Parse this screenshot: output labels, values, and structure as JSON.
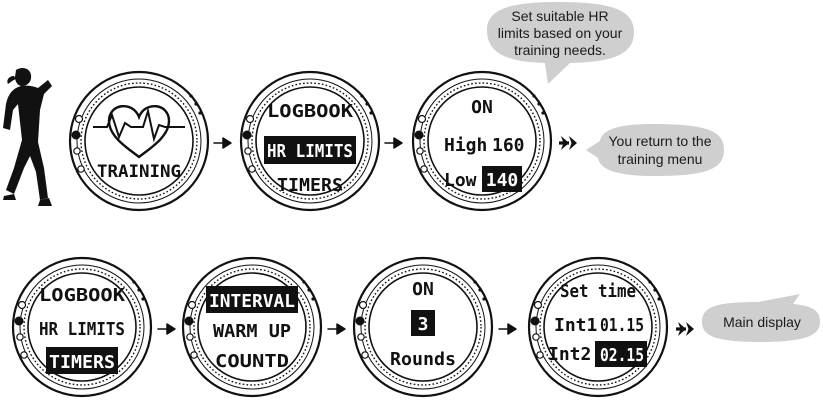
{
  "colors": {
    "bubble": "#cfcfcf",
    "ink": "#111111",
    "highlight_bg": "#111111",
    "highlight_fg": "#ffffff"
  },
  "row1": {
    "figure_icon": "runner-figure",
    "watch1": {
      "label": "TRAINING",
      "icon": "heartbeat-heart-icon"
    },
    "watch2": {
      "lines": [
        "LOGBOOK",
        "HR LIMITS",
        "TIMERS"
      ],
      "selected": 1
    },
    "watch3": {
      "status": "ON",
      "high_label": "High",
      "high_value": "160",
      "low_label": "Low",
      "low_value": "140"
    },
    "callout_top": [
      "Set suitable HR",
      "limits based on your",
      "training needs."
    ],
    "callout_right": [
      "You return to the",
      "training menu"
    ]
  },
  "row2": {
    "watch1": {
      "lines": [
        "LOGBOOK",
        "HR LIMITS",
        "TIMERS"
      ],
      "selected": 2
    },
    "watch2": {
      "lines": [
        "INTERVAL",
        "WARM UP",
        "COUNTD"
      ],
      "selected": 0
    },
    "watch3": {
      "status": "ON",
      "value": "3",
      "label": "Rounds"
    },
    "watch4": {
      "title": "Set time",
      "int1_label": "Int1",
      "int1_value": "01.15",
      "int2_label": "Int2",
      "int2_value": "02.15"
    },
    "callout_right": [
      "Main display"
    ]
  }
}
